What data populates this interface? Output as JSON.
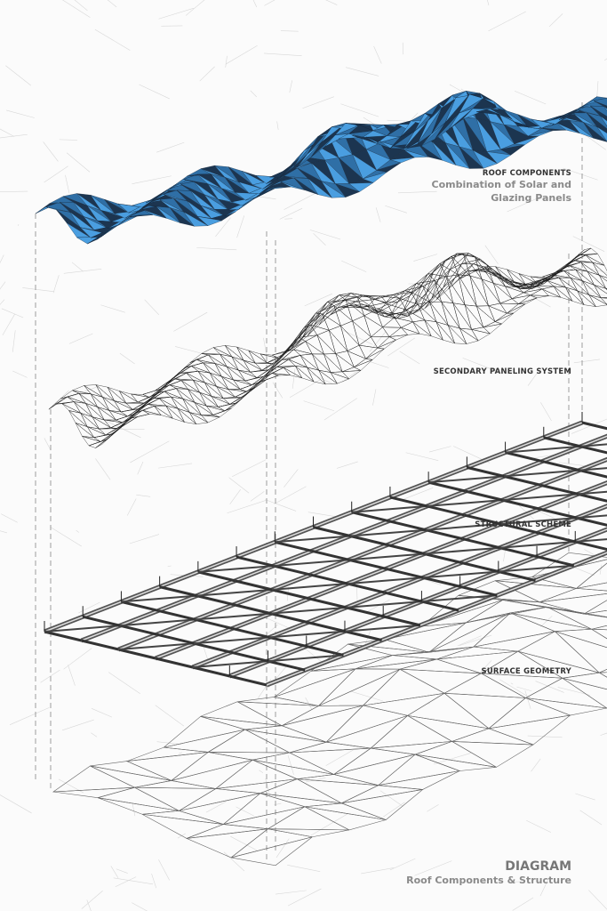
{
  "labels": {
    "roof": {
      "title": "ROOF COMPONENTS",
      "subtitle_line1": "Combination of Solar and",
      "subtitle_line2": "Glazing Panels"
    },
    "secondary": {
      "title": "SECONDARY PANELING SYSTEM"
    },
    "structural": {
      "title": "STRUCTURAL SCHEME"
    },
    "surface": {
      "title": "SURFACE GEOMETRY"
    }
  },
  "footer": {
    "title": "DIAGRAM",
    "subtitle": "Roof Components & Structure"
  },
  "colors": {
    "roof": "#3d8fd0",
    "roof_dark": "#1c3550",
    "line": "#222222",
    "background_mesh": "#d8d8d8",
    "structure": "#555555"
  }
}
